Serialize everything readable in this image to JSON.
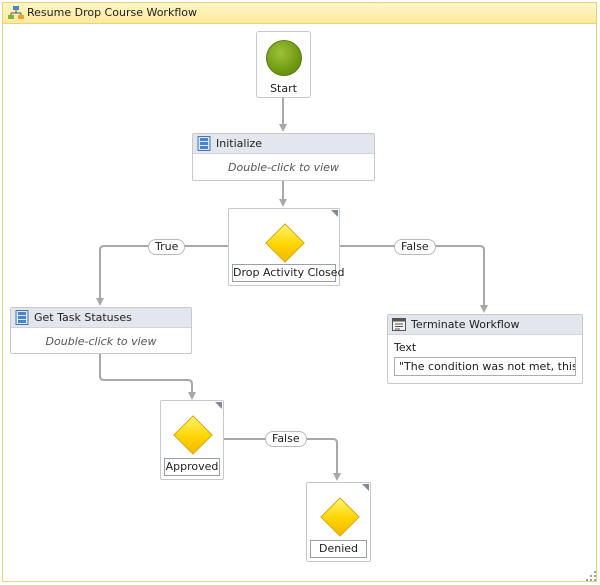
{
  "workflow": {
    "title": "Resume Drop Course Workflow",
    "icon": "workflow-sequence-icon"
  },
  "start": {
    "label": "Start",
    "icon": "start-circle-icon"
  },
  "initialize": {
    "title": "Initialize",
    "body": "Double-click to view",
    "icon": "sequence-activity-icon"
  },
  "drop_activity_closed": {
    "label": "Drop Activity Closed",
    "icon": "flow-decision-icon",
    "true_label": "True",
    "false_label": "False"
  },
  "get_task_statuses": {
    "title": "Get Task Statuses",
    "body": "Double-click to view",
    "icon": "sequence-activity-icon"
  },
  "terminate_workflow": {
    "title": "Terminate Workflow",
    "text_label": "Text",
    "text_value": "\"The condition was not met, this is r",
    "icon": "terminate-workflow-icon"
  },
  "approved": {
    "label": "Approved",
    "icon": "flow-decision-icon",
    "false_label": "False"
  },
  "denied": {
    "label": "Denied",
    "icon": "flow-decision-icon"
  },
  "colors": {
    "frame_border": "#e8d37a",
    "header_bg": "#fde99a",
    "connector": "#a8a8a8",
    "start_green": "#6f9a12",
    "decision_yellow": "#ffd400"
  }
}
